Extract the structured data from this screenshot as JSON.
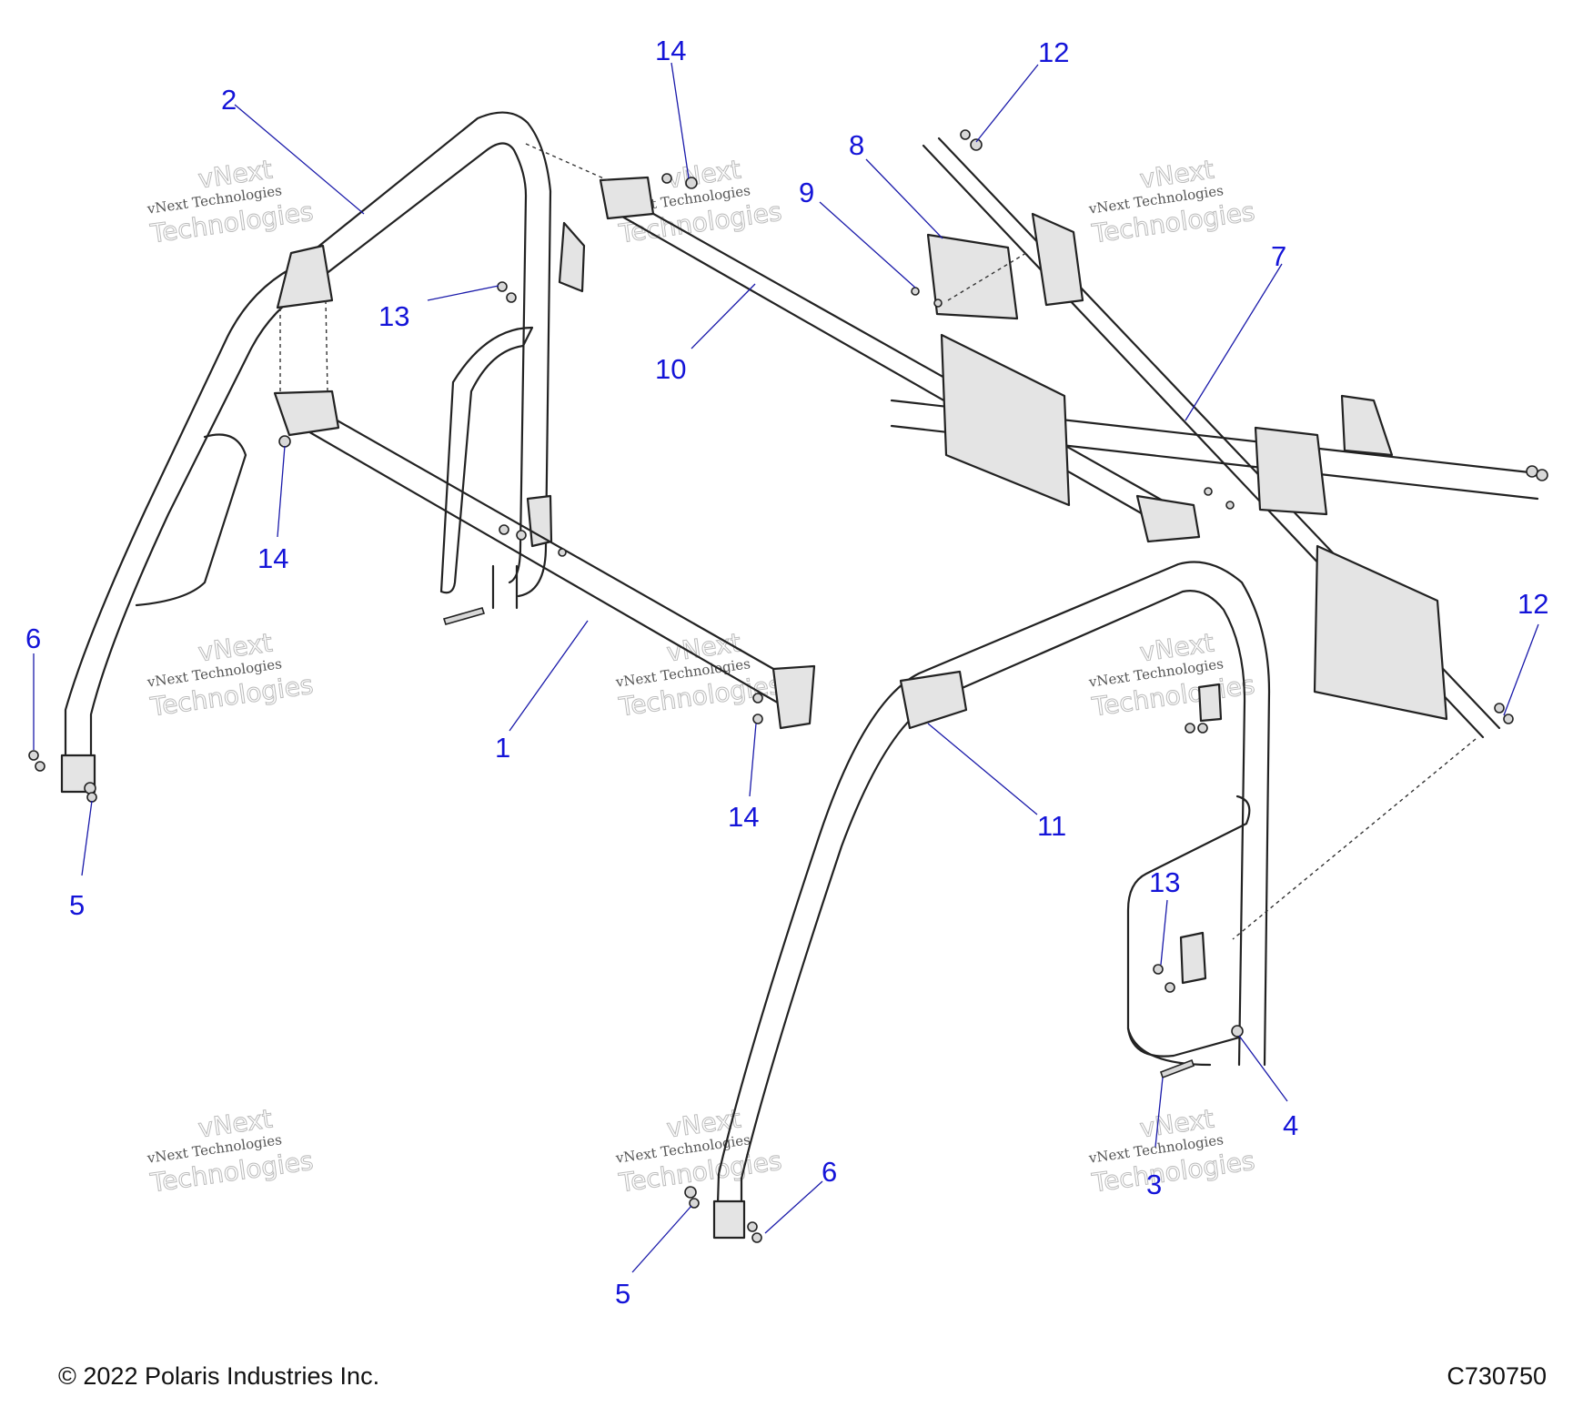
{
  "callouts": [
    "14",
    "12",
    "2",
    "8",
    "9",
    "7",
    "13",
    "10",
    "14",
    "6",
    "1",
    "14",
    "11",
    "12",
    "5",
    "13",
    "4",
    "6",
    "3",
    "5"
  ],
  "watermark": {
    "line1": "vNext Technologies",
    "line2": "Technologies",
    "line3": "vNext"
  },
  "footer": {
    "copyright": "© 2022 Polaris Industries Inc.",
    "drawing_number": "C730750"
  }
}
